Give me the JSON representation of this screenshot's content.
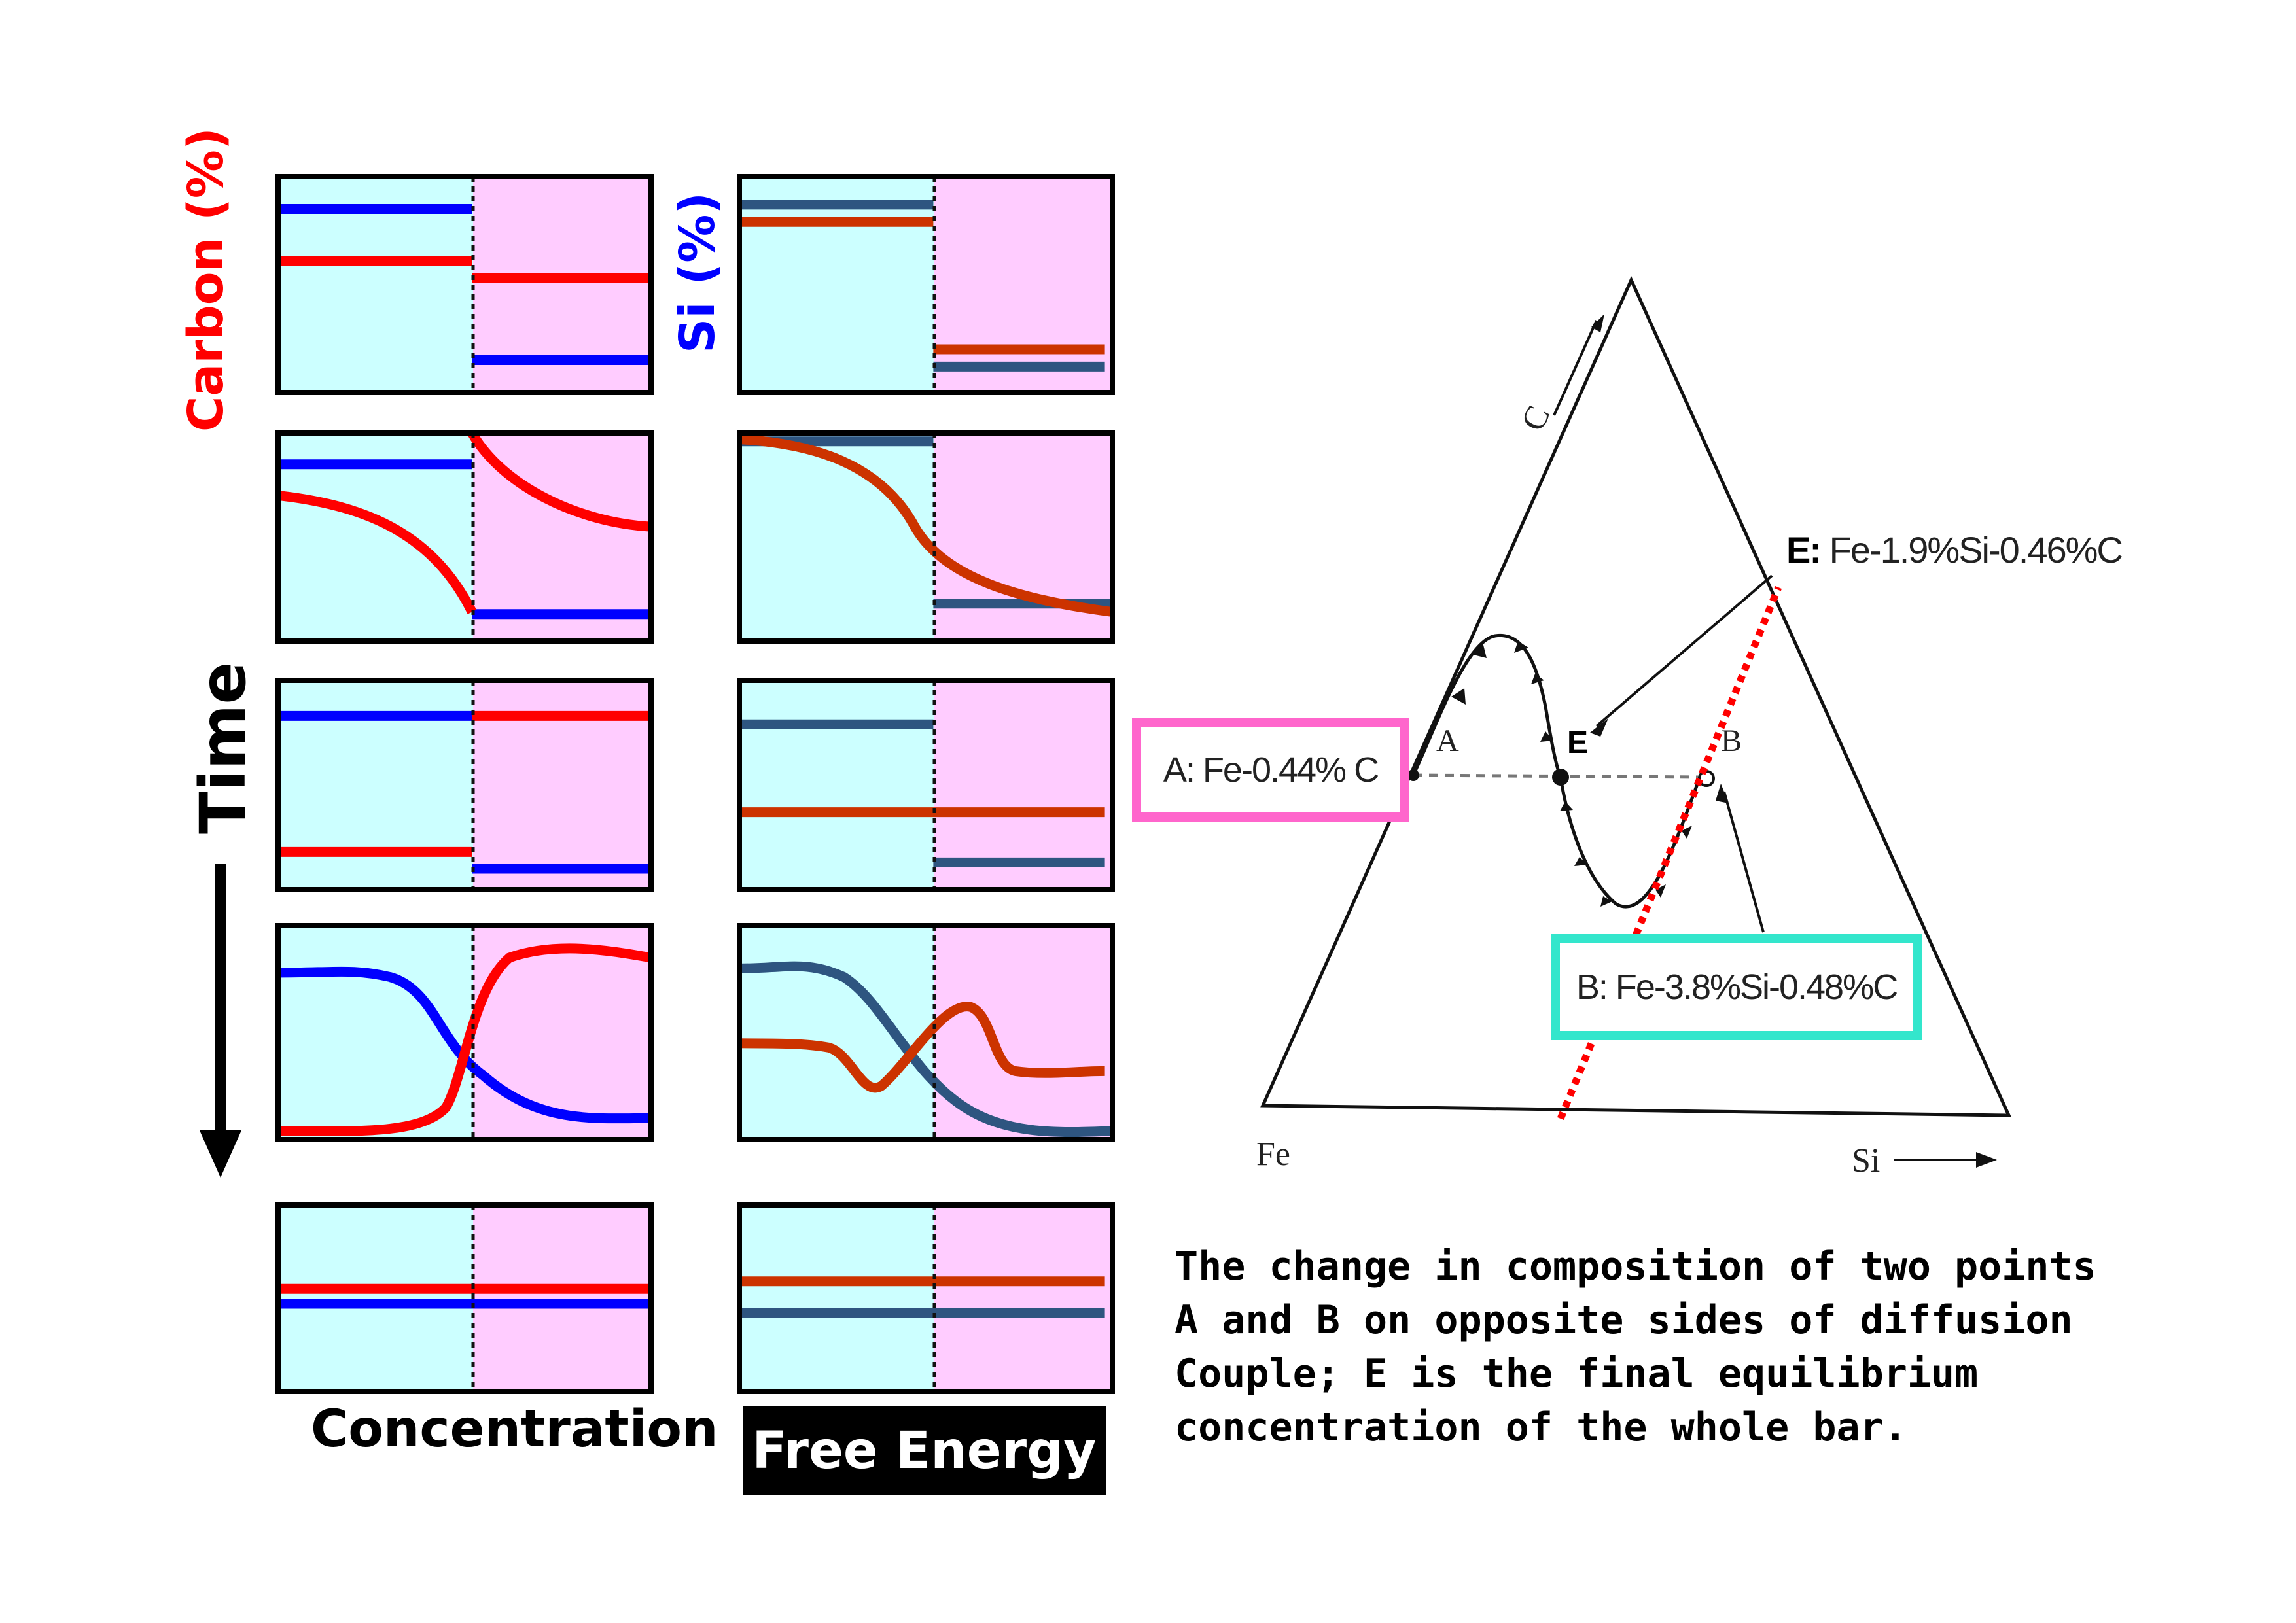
{
  "labels": {
    "carbon_axis": "Carbon (%)",
    "si_axis": "Si (%)",
    "time": "Time",
    "concentration": "Concentration",
    "free_energy": "Free Energy"
  },
  "colors": {
    "left_region": "#ccffff",
    "right_region": "#ffccff",
    "carbon_line": "#ff0000",
    "si_line": "#0000ff",
    "fe_carbon_line": "#cc3300",
    "fe_si_line": "#2e5580",
    "box_a": "#ff66cc",
    "box_b": "#33e6cc",
    "dotted_line": "#ff0000"
  },
  "ternary": {
    "vertex_left": "Fe",
    "vertex_right": "Si",
    "vertex_top": "C",
    "point_a": "A",
    "point_b": "B",
    "point_e": "E",
    "label_e_key": "E:",
    "label_e_value": "Fe-1.9%Si-0.46%C",
    "box_a": "A: Fe-0.44% C",
    "box_b": "B: Fe-3.8%Si-0.48%C"
  },
  "caption": "The change in composition of two points A and B on opposite sides of diffusion Couple; E is the final equilibrium concentration of the whole bar."
}
